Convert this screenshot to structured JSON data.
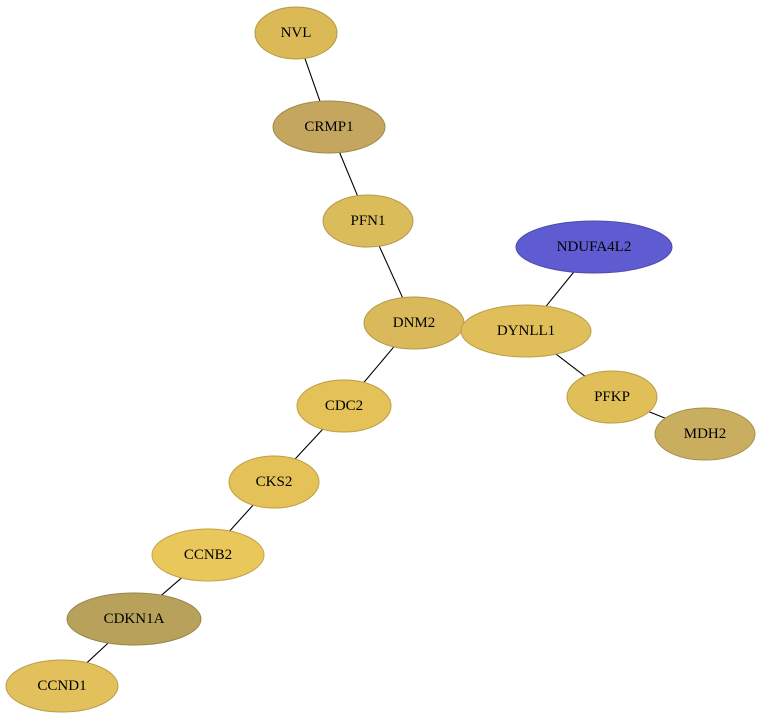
{
  "graph": {
    "nodes": [
      {
        "id": "NVL",
        "label": "NVL",
        "color": "#dbb957"
      },
      {
        "id": "CRMP1",
        "label": "CRMP1",
        "color": "#c4a65e"
      },
      {
        "id": "PFN1",
        "label": "PFN1",
        "color": "#dbbc5a"
      },
      {
        "id": "DNM2",
        "label": "DNM2",
        "color": "#d9b95a"
      },
      {
        "id": "DYNLL1",
        "label": "DYNLL1",
        "color": "#e0bf5a"
      },
      {
        "id": "NDUFA4L2",
        "label": "NDUFA4L2",
        "color": "#5f5bd1"
      },
      {
        "id": "PFKP",
        "label": "PFKP",
        "color": "#e0bf58"
      },
      {
        "id": "MDH2",
        "label": "MDH2",
        "color": "#caae5f"
      },
      {
        "id": "CDC2",
        "label": "CDC2",
        "color": "#e4c257"
      },
      {
        "id": "CKS2",
        "label": "CKS2",
        "color": "#e4c257"
      },
      {
        "id": "CCNB2",
        "label": "CCNB2",
        "color": "#e9c75a"
      },
      {
        "id": "CDKN1A",
        "label": "CDKN1A",
        "color": "#b8a25b"
      },
      {
        "id": "CCND1",
        "label": "CCND1",
        "color": "#e2c05c"
      }
    ],
    "edges": [
      [
        "NVL",
        "CRMP1"
      ],
      [
        "CRMP1",
        "PFN1"
      ],
      [
        "PFN1",
        "DNM2"
      ],
      [
        "DNM2",
        "DYNLL1"
      ],
      [
        "DNM2",
        "CDC2"
      ],
      [
        "DYNLL1",
        "NDUFA4L2"
      ],
      [
        "DYNLL1",
        "PFKP"
      ],
      [
        "PFKP",
        "MDH2"
      ],
      [
        "CDC2",
        "CKS2"
      ],
      [
        "CKS2",
        "CCNB2"
      ],
      [
        "CCNB2",
        "CDKN1A"
      ],
      [
        "CDKN1A",
        "CCND1"
      ]
    ]
  }
}
